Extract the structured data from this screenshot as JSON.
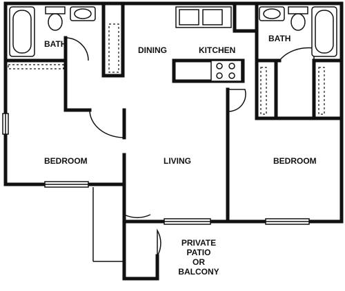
{
  "rooms": {
    "bath_left": "BATH",
    "bath_right": "BATH",
    "dining": "DINING",
    "kitchen": "KITCHEN",
    "bedroom_left": "BEDROOM",
    "living": "LIVING",
    "bedroom_right": "BEDROOM",
    "patio": [
      "PRIVATE",
      "PATIO",
      "OR",
      "BALCONY"
    ]
  }
}
